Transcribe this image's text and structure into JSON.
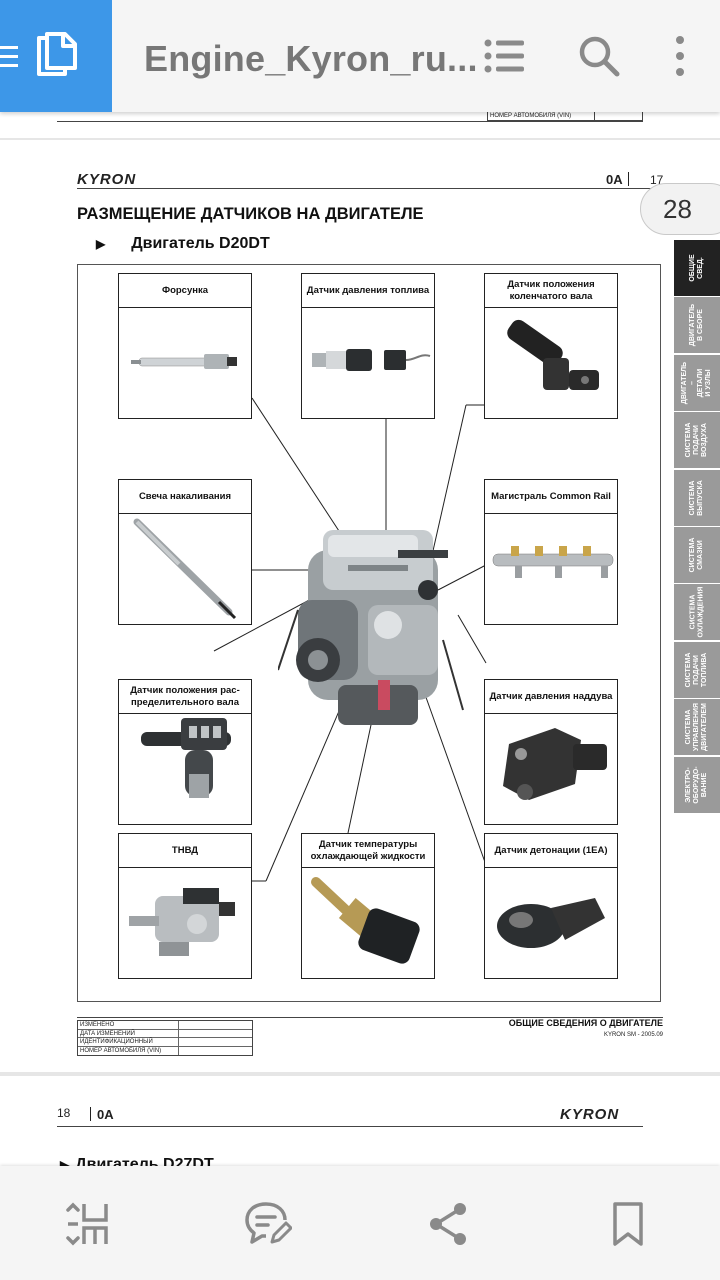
{
  "app": {
    "title": "Engine_Kyron_ru...",
    "page_indicator": "28"
  },
  "prev_page": {
    "footer_row_label": "НОМЕР АВТОМОБИЛЯ (VIN)"
  },
  "page": {
    "brand": "KYRON",
    "section_code": "0A",
    "page_number": "17",
    "heading": "РАЗМЕЩЕНИЕ ДАТЧИКОВ НА ДВИГАТЕЛЕ",
    "subheading": "Двигатель D20DT",
    "callouts": [
      "Форсунка",
      "Датчик давления топлива",
      "Датчик положения коленчатого вала",
      "Свеча накаливания",
      "Магистраль Common Rail",
      "Датчик положения рас-пределительного вала",
      "Датчик давления наддува",
      "ТНВД",
      "Датчик температуры охлаждающей жидкости",
      "Датчик детонации (1EA)"
    ],
    "footer": {
      "rows": [
        "ИЗМЕНЕНО",
        "ДАТА ИЗМЕНЕНИЙ",
        "ИДЕНТИФИКАЦИОННЫЙ",
        "НОМЕР АВТОМОБИЛЯ (VIN)"
      ],
      "title": "ОБЩИЕ СВЕДЕНИЯ О ДВИГАТЕЛЕ",
      "model": "KYRON SM - 2005.09"
    },
    "side_tabs": [
      "ОБЩИЕ\nСВЕД.",
      "ДВИГАТЕЛЬ\nВ  СБОРЕ",
      "ДВИГАТЕЛЬ –\nДЕТАЛИ\nИ УЗЛЫ",
      "СИСТЕМА\nПОДАЧИ\nВОЗДУХА",
      "СИСТЕМА\nВЫПУСКА",
      "СИСТЕМА\nСМАЗКИ",
      "СИСТЕМА\nОХЛАЖДЕНИЯ",
      "СИСТЕМА\nПОДАЧИ\nТОПЛИВА",
      "СИСТЕМА\nУПРАВЛЕНИЯ\nДВИГАТЕЛЕМ",
      "ЭЛЕКТРО-\nОБОРУДО-\nВАНИЕ"
    ]
  },
  "next_page": {
    "page_number": "18",
    "section_code": "0A",
    "brand": "KYRON",
    "subheading": "Двигатель D27DT"
  },
  "toolbar_icons": [
    "menu-icon",
    "document-icon",
    "list-icon",
    "search-icon",
    "more-vert-icon"
  ],
  "bottom_icons": [
    "reflow-icon",
    "comment-edit-icon",
    "share-icon",
    "bookmark-icon"
  ],
  "colors": {
    "accent": "#3d97e8",
    "icon": "#8a8a8a",
    "tab_active": "#222222",
    "tab_inactive": "#9a9a9a"
  }
}
